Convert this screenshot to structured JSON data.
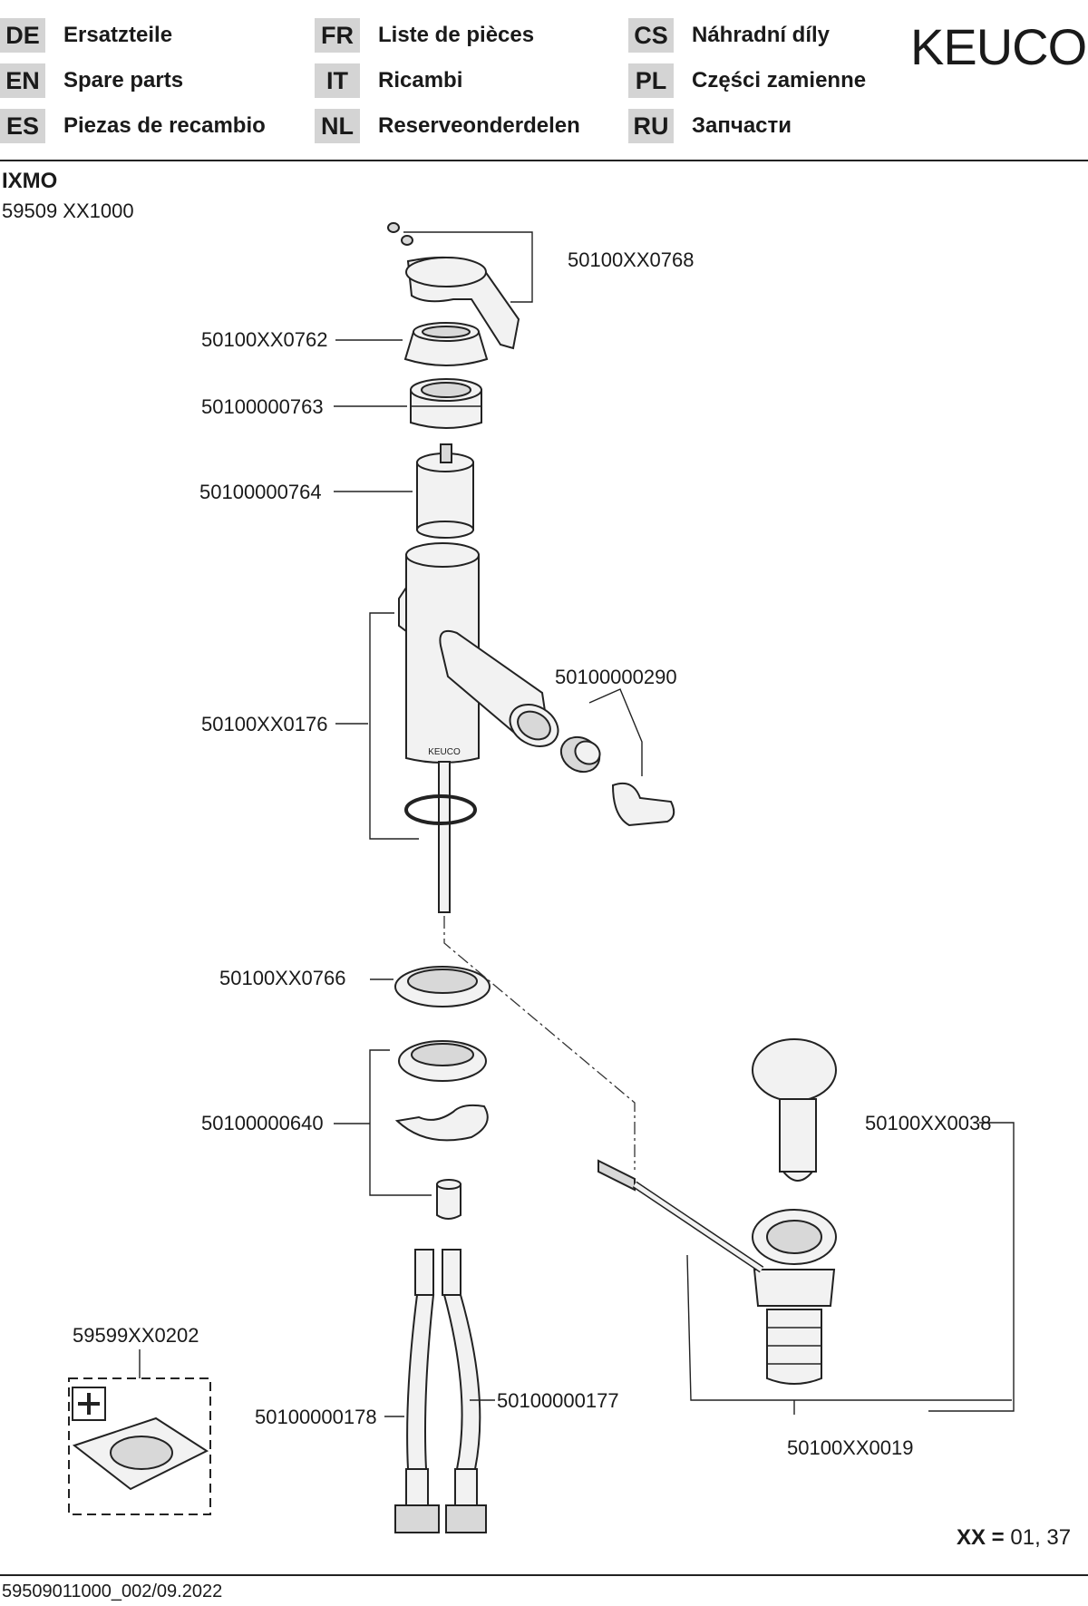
{
  "languages": [
    {
      "code": "DE",
      "name": "Ersatzteile"
    },
    {
      "code": "EN",
      "name": "Spare parts"
    },
    {
      "code": "ES",
      "name": "Piezas de recambio"
    },
    {
      "code": "FR",
      "name": "Liste de pièces"
    },
    {
      "code": "IT",
      "name": "Ricambi"
    },
    {
      "code": "NL",
      "name": "Reserveonderdelen"
    },
    {
      "code": "CS",
      "name": "Náhradní díly"
    },
    {
      "code": "PL",
      "name": "Części zamienne"
    },
    {
      "code": "RU",
      "name": "Запчасти"
    }
  ],
  "brand": {
    "logo_text": "KEUCO",
    "faucet_mark": "KEUCO"
  },
  "product": {
    "name": "IXMO",
    "code": "59509 XX1000"
  },
  "parts": {
    "handle": "50100XX0768",
    "cover_cap": "50100XX0762",
    "nut": "50100000763",
    "cartridge": "50100000764",
    "body": "50100XX0176",
    "aerator": "50100000290",
    "base_ring": "50100XX0766",
    "fixing_set": "50100000640",
    "rosette": "59599XX0202",
    "hose_left": "50100000178",
    "hose_right": "50100000177",
    "plug": "50100XX0038",
    "waste": "50100XX0019"
  },
  "variants": {
    "label": "XX =",
    "values": "01, 37"
  },
  "footer": {
    "doc_id": "59509011000_002/09.2022"
  }
}
